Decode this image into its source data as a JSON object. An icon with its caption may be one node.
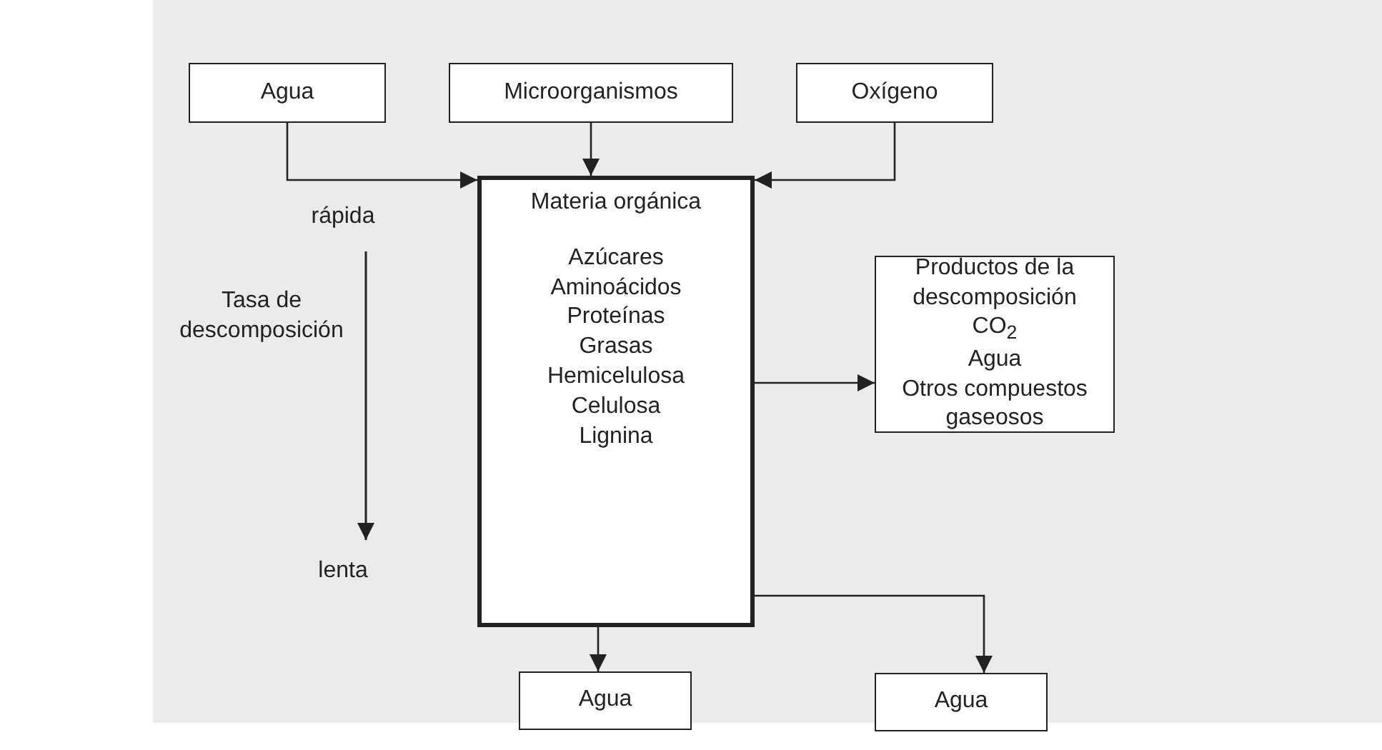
{
  "diagram": {
    "nodes": [
      {
        "text": [
          "Agua"
        ]
      },
      {
        "text": [
          "Microorganismos"
        ]
      },
      {
        "text": [
          "Oxígeno"
        ]
      },
      {
        "text": [
          "Materia orgánica",
          "Azúcares",
          "Aminoácidos",
          "Proteínas",
          "Grasas",
          "Hemicelulosa",
          "Celulosa",
          "Lignina"
        ]
      },
      {
        "text": [
          "Productos de la descomposición",
          "CO$_{2}$",
          "Agua",
          "Otros compuestos gaseosos"
        ]
      },
      {
        "text": [
          "Agua"
        ]
      },
      {
        "text": [
          "Agua"
        ]
      }
    ],
    "edges": [
      {
        "from": 0,
        "to": 3,
        "arrow": "to"
      },
      {
        "from": 1,
        "to": 3,
        "arrow": "to"
      },
      {
        "from": 2,
        "to": 3,
        "arrow": "to"
      },
      {
        "from": 3,
        "to": 4,
        "arrow": "to"
      },
      {
        "from": 3,
        "to": 5,
        "arrow": "to"
      },
      {
        "from": 3,
        "to": 6,
        "arrow": "to"
      }
    ],
    "labels": [
      "rápida",
      "Tasa de descomposición",
      "lenta"
    ]
  }
}
